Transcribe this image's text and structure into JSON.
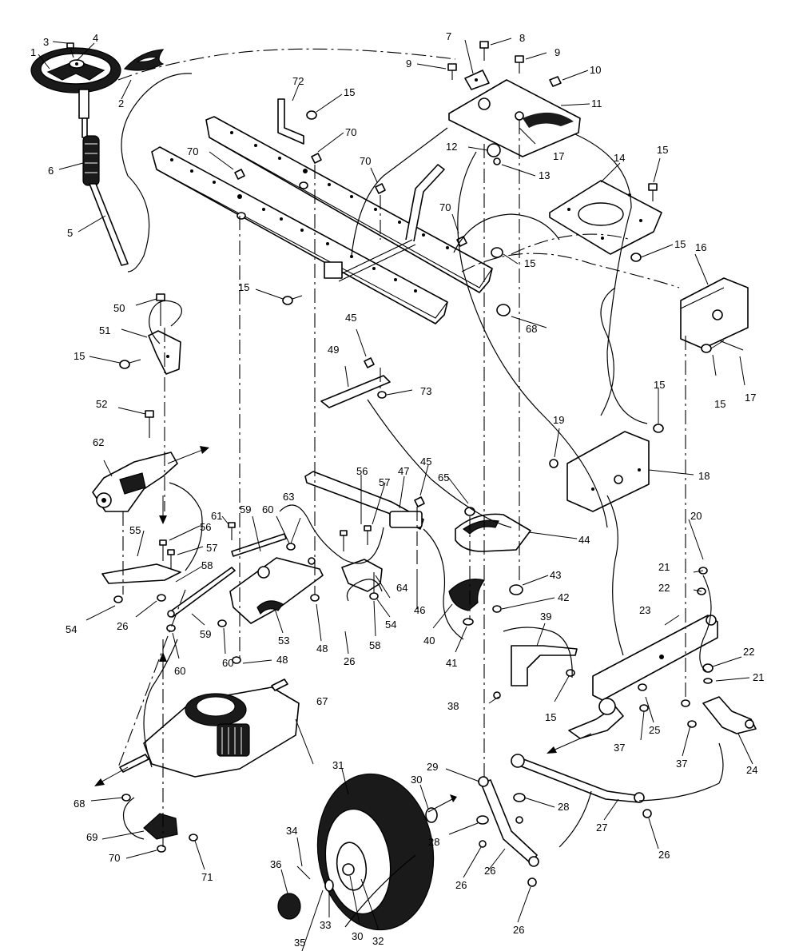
{
  "callouts": [
    "1",
    "2",
    "3",
    "4",
    "5",
    "6",
    "7",
    "8",
    "9",
    "9",
    "10",
    "11",
    "12",
    "13",
    "14",
    "15",
    "15",
    "15",
    "15",
    "15",
    "15",
    "15",
    "15",
    "15",
    "16",
    "17",
    "17",
    "18",
    "19",
    "20",
    "21",
    "21",
    "22",
    "22",
    "23",
    "24",
    "25",
    "26",
    "26",
    "26",
    "26",
    "26",
    "26",
    "27",
    "28",
    "28",
    "29",
    "30",
    "30",
    "31",
    "32",
    "33",
    "34",
    "35",
    "36",
    "37",
    "37",
    "38",
    "39",
    "40",
    "41",
    "42",
    "43",
    "44",
    "45",
    "45",
    "46",
    "47",
    "48",
    "48",
    "49",
    "50",
    "51",
    "52",
    "53",
    "54",
    "54",
    "55",
    "56",
    "56",
    "57",
    "57",
    "58",
    "58",
    "59",
    "59",
    "60",
    "60",
    "60",
    "61",
    "62",
    "63",
    "64",
    "65",
    "67",
    "68",
    "68",
    "69",
    "70",
    "70",
    "70",
    "70",
    "70",
    "71",
    "72",
    "73"
  ]
}
